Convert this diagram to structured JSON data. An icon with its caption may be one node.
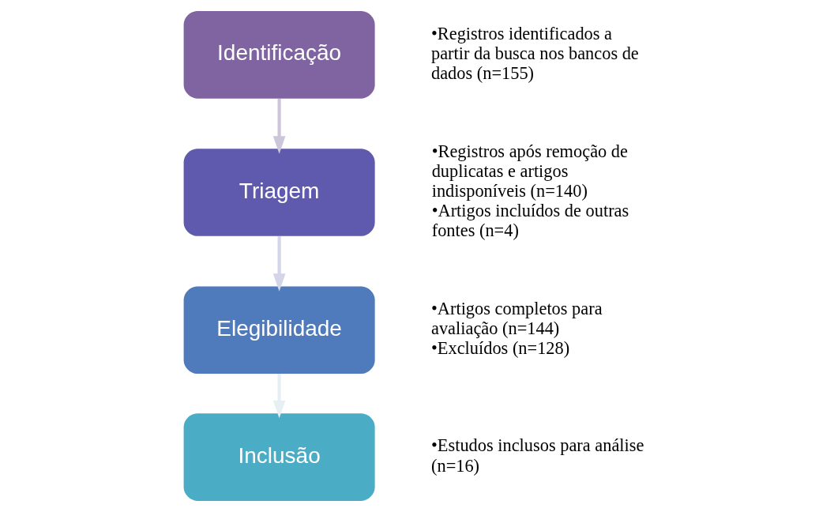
{
  "diagram": {
    "nodes": [
      {
        "text": [
          "Identificação"
        ],
        "beside": [
          "•Registros identificados a partir da busca nos bancos de dados (n=155)"
        ]
      },
      {
        "text": [
          "Triagem"
        ],
        "beside": [
          "•Registros após remoção de duplicatas e artigos indisponíveis (n=140)",
          "•Artigos incluídos de outras fontes (n=4)"
        ]
      },
      {
        "text": [
          "Elegibilidade"
        ],
        "beside": [
          "•Artigos completos para avaliação (n=144)",
          "•Excluídos (n=128)"
        ]
      },
      {
        "text": [
          "Inclusão"
        ],
        "beside": [
          "•Estudos inclusos para análise (n=16)"
        ]
      }
    ],
    "edges": [
      {
        "from": 0,
        "to": 1,
        "arrow": "to",
        "color": "#cdc6da"
      },
      {
        "from": 1,
        "to": 2,
        "arrow": "to",
        "color": "#d3d5e8"
      },
      {
        "from": 2,
        "to": 3,
        "arrow": "to",
        "color": "#e6eff3"
      }
    ]
  }
}
